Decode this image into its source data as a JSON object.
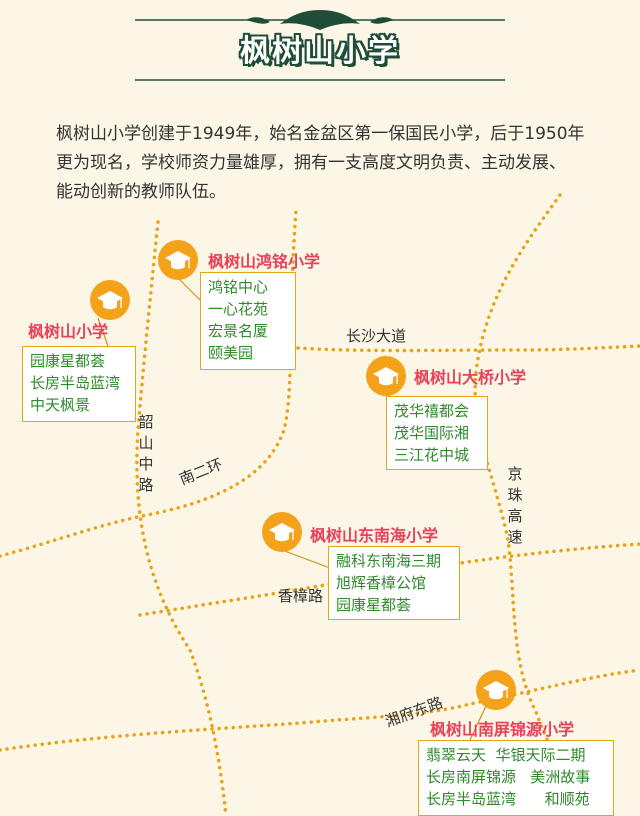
{
  "header": {
    "title": "枫树山小学"
  },
  "intro": [
    "枫树山小学创建于1949年，始名金盆区第一保国民小学，后于1950年",
    "更为现名，学校师资力量雄厚，拥有一支高度文明负责、主动发展、",
    "能动创新的教师队伍。"
  ],
  "roads": {
    "changsha": "长沙大道",
    "shaoshan": "韶山中路",
    "nanerhuan": "南二环",
    "jingzhu": "京珠高速",
    "xiangzhang": "香樟路",
    "xiangfu": "湘府东路"
  },
  "schools": [
    {
      "name": "枫树山小学",
      "areas": [
        "园康星都荟",
        "长房半岛蓝湾",
        "中天枫景"
      ]
    },
    {
      "name": "枫树山鸿铭小学",
      "areas": [
        "鸿铭中心",
        "一心花苑",
        "宏景名厦",
        "颐美园"
      ]
    },
    {
      "name": "枫树山大桥小学",
      "areas": [
        "茂华禧都会",
        "茂华国际湘",
        "三江花中城"
      ]
    },
    {
      "name": "枫树山东南海小学",
      "areas": [
        "融科东南海三期",
        "旭辉香樟公馆",
        "园康星都荟"
      ]
    },
    {
      "name": "枫树山南屏锦源小学",
      "areas": [
        "翡翠云天  华银天际二期",
        "长房南屏锦源   美洲故事",
        "长房半岛蓝湾      和顺苑"
      ]
    }
  ],
  "colors": {
    "road": "#e8a317",
    "school_name": "#e8415a",
    "area_text": "#2f8a2a",
    "title_outline": "#1f4d38",
    "icon": "#f5a21b"
  },
  "icon": "graduation-cap-icon"
}
